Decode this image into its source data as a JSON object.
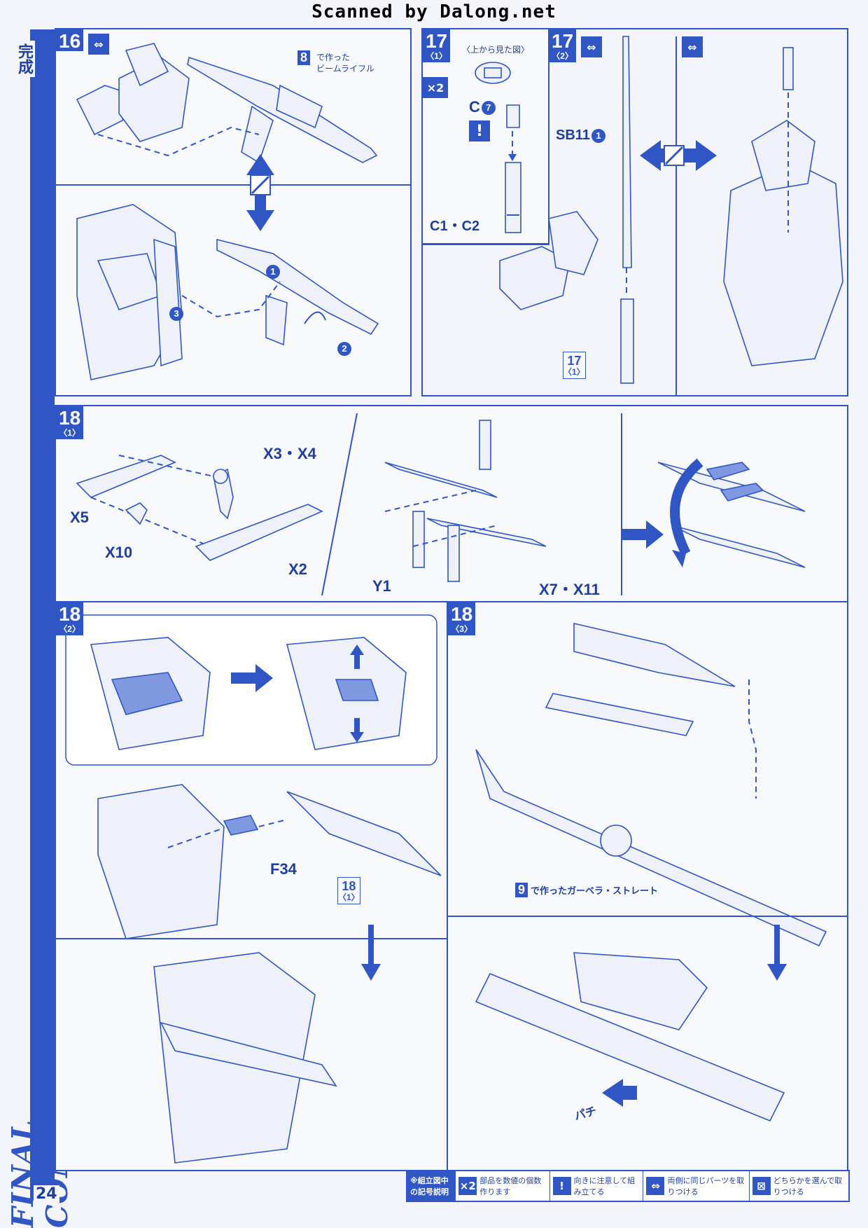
{
  "header": {
    "scan_credit": "Scanned by Dalong.net"
  },
  "sidebar": {
    "section_label": "完成",
    "vertical_title": "FINAL CONSTRUCTION",
    "page_number": "24"
  },
  "step16": {
    "number": "16",
    "rifle_ref_number": "8",
    "rifle_label": "で作った\nビームライフル",
    "seq1": "1",
    "seq2": "2",
    "seq3": "3"
  },
  "step17_1": {
    "number": "17",
    "sub": "〈1〉",
    "multiplier": "×2",
    "top_view_label": "〈上から見た図〉",
    "part_c7": "C",
    "part_c7_num": "7",
    "part_c1c2": "C1・C2",
    "caution": "!"
  },
  "step17_2": {
    "number": "17",
    "sub": "〈2〉",
    "part_sb11": "SB11",
    "part_sb11_num": "1",
    "ref_number": "17",
    "ref_sub": "〈1〉"
  },
  "step18_1": {
    "number": "18",
    "sub": "〈1〉",
    "part_x3x4": "X3・X4",
    "part_x5": "X5",
    "part_x10": "X10",
    "part_x2": "X2",
    "part_y1": "Y1",
    "part_x7x11": "X7・X11"
  },
  "step18_2": {
    "number": "18",
    "sub": "〈2〉",
    "part_f34": "F34",
    "ref_number": "18",
    "ref_sub": "〈1〉"
  },
  "step18_3": {
    "number": "18",
    "sub": "〈3〉",
    "ref_number": "9",
    "ref_label": "で作ったガーベラ・ストレート",
    "sound_label": "パチ"
  },
  "legend": {
    "title": "※組立図中の記号説明",
    "items": [
      {
        "icon": "×2",
        "text": "部品を数値の個数作ります"
      },
      {
        "icon": "!",
        "text": "向きに注意して組み立てる"
      },
      {
        "icon": "⇔",
        "text": "両側に同じパーツを取りつける"
      },
      {
        "icon": "⊠",
        "text": "どちらかを選んで取りつける"
      }
    ]
  }
}
